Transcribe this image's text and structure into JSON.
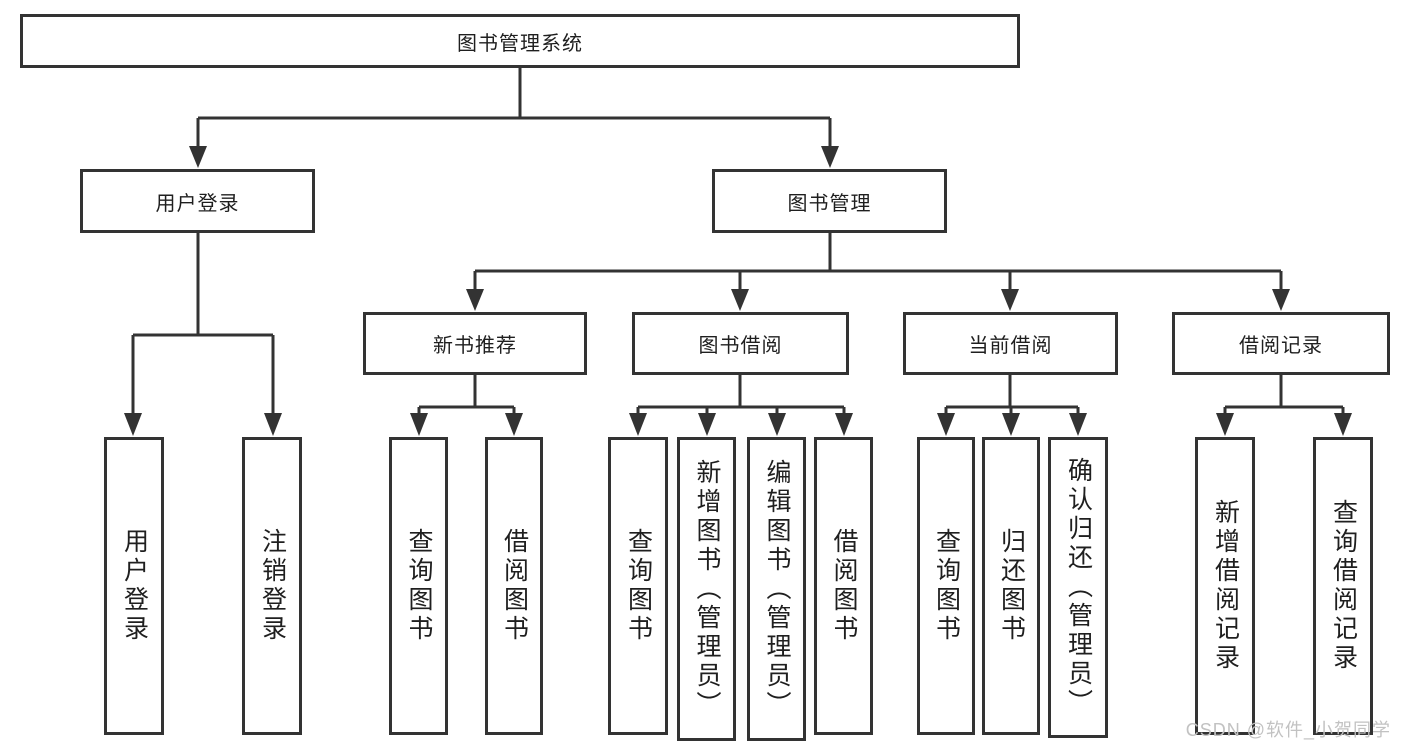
{
  "tree": {
    "root": {
      "label": "图书管理系统"
    },
    "level2": [
      {
        "label": "用户登录",
        "leaves": [
          {
            "label": "用户登录"
          },
          {
            "label": "注销登录"
          }
        ]
      },
      {
        "label": "图书管理",
        "groups": [
          {
            "label": "新书推荐",
            "leaves": [
              {
                "label": "查询图书"
              },
              {
                "label": "借阅图书"
              }
            ]
          },
          {
            "label": "图书借阅",
            "leaves": [
              {
                "label": "查询图书"
              },
              {
                "label": "新增图书（管理员）"
              },
              {
                "label": "编辑图书（管理员）"
              },
              {
                "label": "借阅图书"
              }
            ]
          },
          {
            "label": "当前借阅",
            "leaves": [
              {
                "label": "查询图书"
              },
              {
                "label": "归还图书"
              },
              {
                "label": "确认归还（管理员）"
              }
            ]
          },
          {
            "label": "借阅记录",
            "leaves": [
              {
                "label": "新增借阅记录"
              },
              {
                "label": "查询借阅记录"
              }
            ]
          }
        ]
      }
    ]
  },
  "watermark": {
    "text": "CSDN @软件_小贺同学",
    "color": "#c2c2c2"
  },
  "colors": {
    "line": "#333333",
    "box_fill": "#ffffff",
    "text": "#1f1f1f",
    "background": "#ffffff"
  }
}
